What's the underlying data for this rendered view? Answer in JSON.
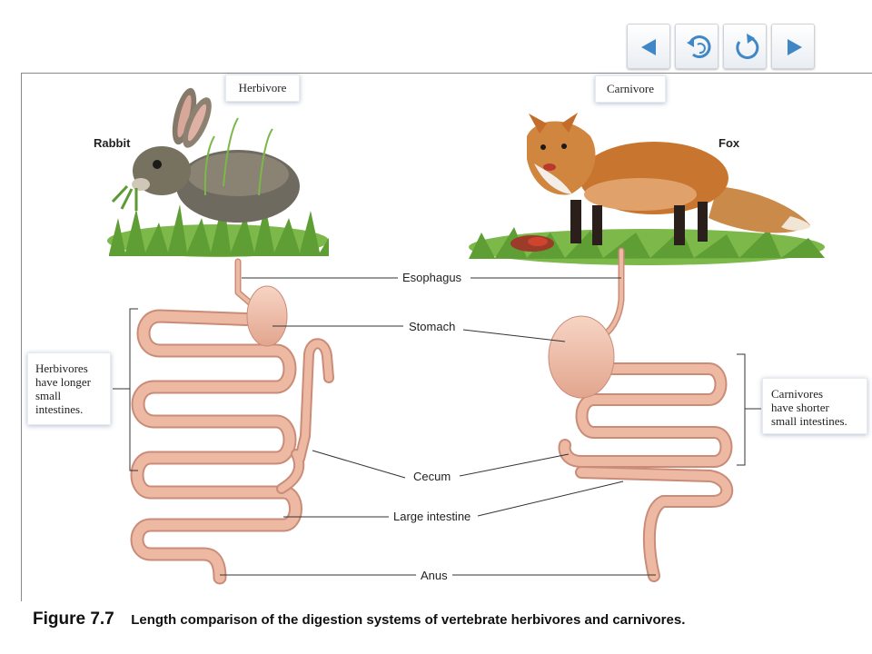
{
  "nav": [
    {
      "name": "previous-button",
      "icon": "left-triangle-icon"
    },
    {
      "name": "back-button",
      "icon": "circular-back-arrow-icon"
    },
    {
      "name": "replay-button",
      "icon": "circular-replay-arrow-icon"
    },
    {
      "name": "next-button",
      "icon": "right-triangle-icon"
    }
  ],
  "labels": {
    "herbivore": "Herbivore",
    "carnivore": "Carnivore",
    "rabbit": "Rabbit",
    "fox": "Fox",
    "esophagus": "Esophagus",
    "stomach": "Stomach",
    "cecum": "Cecum",
    "large_intestine": "Large intestine",
    "anus": "Anus",
    "herbivore_note": [
      "Herbivores",
      "have longer",
      "small",
      "intestines."
    ],
    "carnivore_note": [
      "Carnivores",
      "have shorter",
      "small intestines."
    ]
  },
  "caption": {
    "number": "Figure 7.7",
    "text": "Length comparison of the digestion systems of vertebrate herbivores and carnivores."
  },
  "colors": {
    "intestine": "#eeb9a2",
    "intestine_edge": "#c98c78",
    "grass": "#6fae3f",
    "rabbit_fur": "#6e6a60",
    "fox_fur": "#c8762f",
    "leader_line": "#333333"
  }
}
